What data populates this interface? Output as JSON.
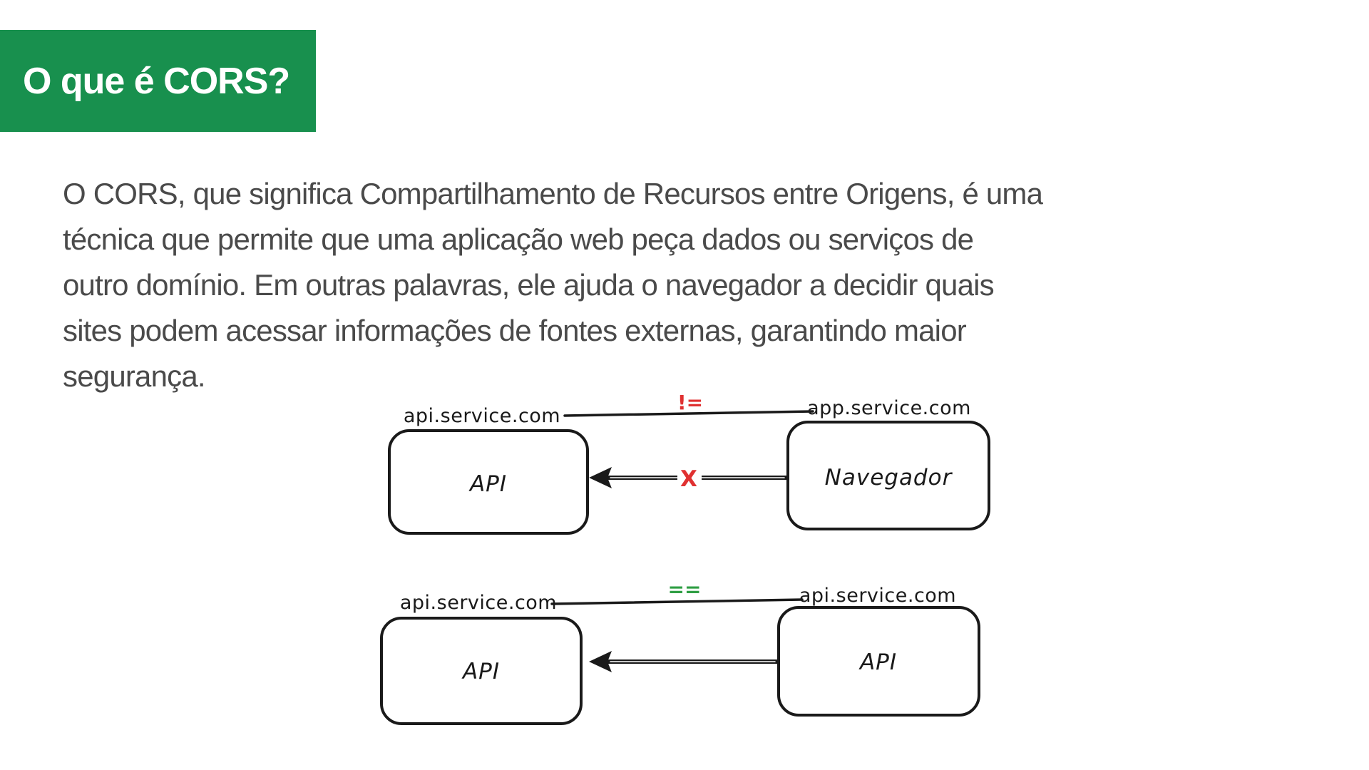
{
  "page": {
    "background_color": "#ffffff"
  },
  "title": {
    "text": "O que é CORS?",
    "bg_color": "#18904e",
    "text_color": "#ffffff"
  },
  "paragraph": {
    "color": "#4a4a4a",
    "lines": [
      "O CORS, que significa Compartilhamento de Recursos entre Origens, é uma",
      "técnica que permite que uma aplicação web peça dados ou serviços de",
      "outro domínio. Em outras palavras, ele ajuda o navegador a decidir quais",
      "sites podem acessar informações de fontes externas, garantindo maior",
      "segurança."
    ]
  },
  "diagram_blocked": {
    "left_domain": "api.service.com",
    "right_domain": "app.service.com",
    "comparison": "!=",
    "comparison_color": "#e03131",
    "left_box_label": "API",
    "right_box_label": "Navegador",
    "arrow_marker": "X",
    "arrow_marker_color": "#e03131",
    "stroke_color": "#1a1a1a"
  },
  "diagram_allowed": {
    "left_domain": "api.service.com",
    "right_domain": "api.service.com",
    "comparison": "==",
    "comparison_color": "#2f9e44",
    "left_box_label": "API",
    "right_box_label": "API",
    "stroke_color": "#1a1a1a"
  }
}
